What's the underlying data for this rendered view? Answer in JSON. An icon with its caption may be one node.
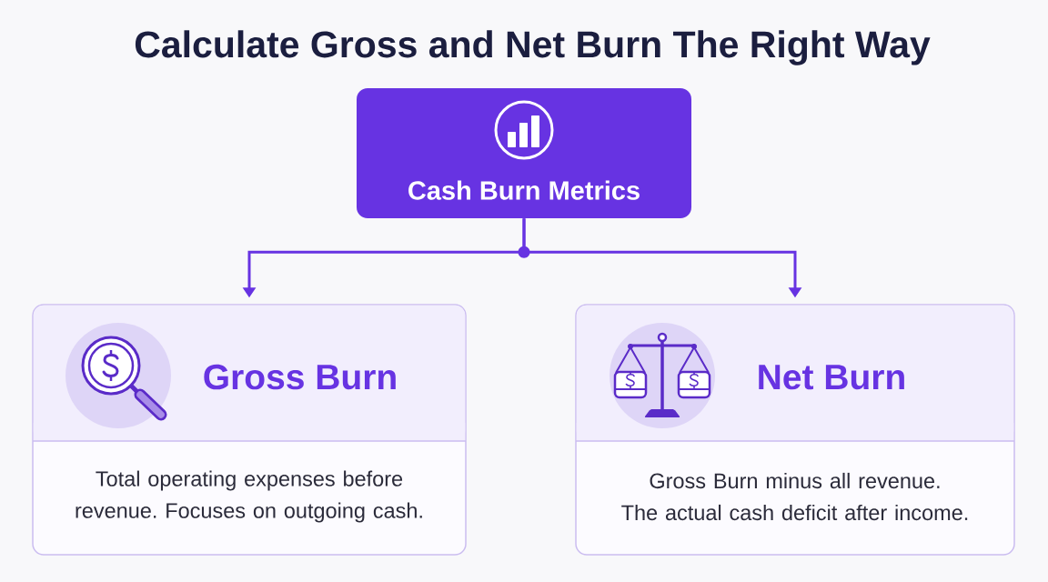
{
  "diagram": {
    "title": "Calculate Gross and Net Burn The Right Way",
    "nodes": [
      {
        "text": [
          "Cash Burn Metrics"
        ]
      },
      {
        "text": [
          "Gross Burn",
          "Total operating expenses before revenue. Focuses on outgoing cash."
        ]
      },
      {
        "text": [
          "Net Burn",
          "Gross Burn minus all revenue. The actual cash deficit after income."
        ]
      }
    ],
    "edges": [
      {
        "from": 0,
        "to": 1,
        "arrow": "to"
      },
      {
        "from": 0,
        "to": 2,
        "arrow": "to"
      }
    ]
  }
}
